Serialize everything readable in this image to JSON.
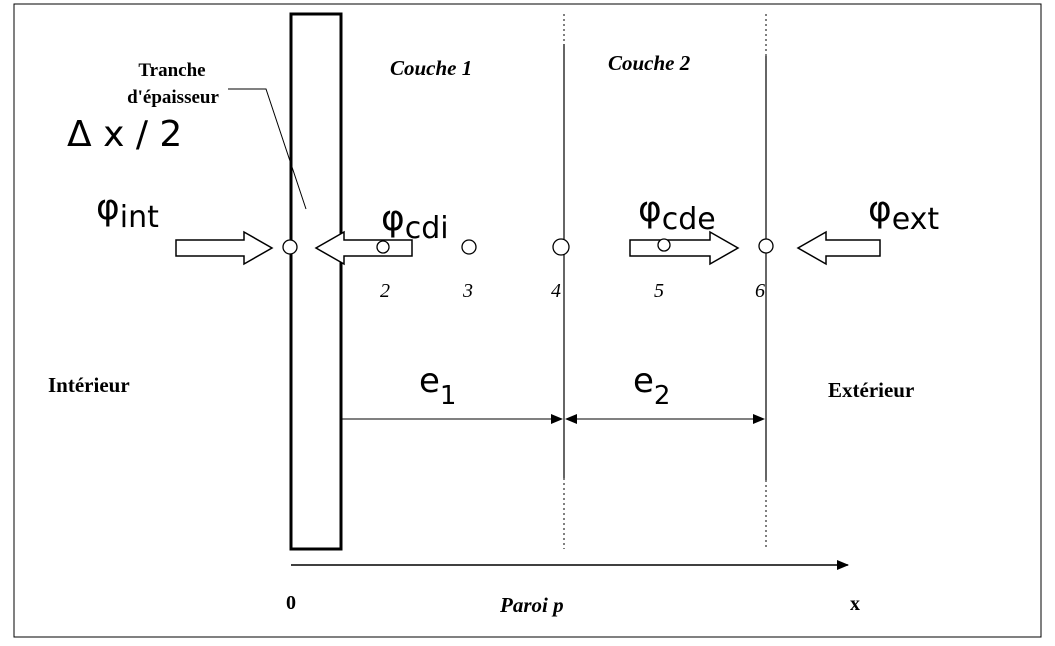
{
  "labels": {
    "tranche_line1": "Tranche",
    "tranche_line2": "d'épaisseur",
    "delta": "Δ x / 2",
    "couche1": "Couche 1",
    "couche2": "Couche 2",
    "interieur": "Intérieur",
    "exterieur": "Extérieur",
    "paroi": "Paroi p",
    "origin": "0",
    "x_axis": "x"
  },
  "fluxes": {
    "int": {
      "symbol": "φ",
      "sub": "int"
    },
    "cdi": {
      "symbol": "φ",
      "sub": "cdi"
    },
    "cde": {
      "symbol": "φ",
      "sub": "cde"
    },
    "ext": {
      "symbol": "φ",
      "sub": "ext"
    }
  },
  "thickness": {
    "e1": {
      "symbol": "e",
      "sub": "1"
    },
    "e2": {
      "symbol": "e",
      "sub": "2"
    }
  },
  "nodes": [
    "2",
    "3",
    "4",
    "5",
    "6"
  ]
}
